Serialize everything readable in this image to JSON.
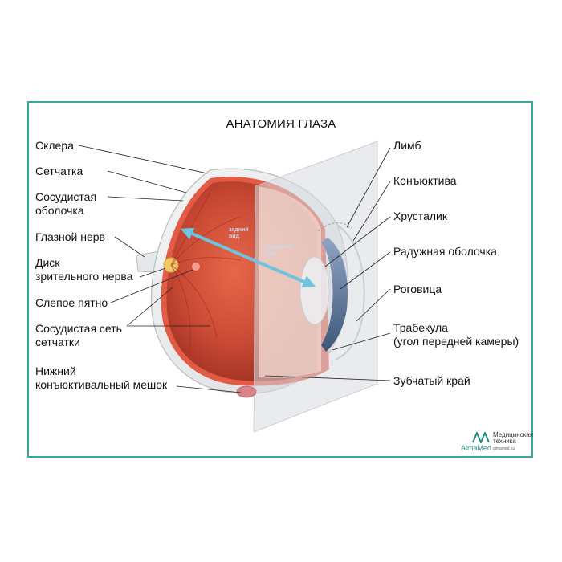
{
  "title": "АНАТОМИЯ ГЛАЗА",
  "labels_left": {
    "sclera": "Склера",
    "retina": "Сетчатка",
    "choroid": "Сосудистая\nоболочка",
    "optic_nerve": "Глазной нерв",
    "optic_disc": "Диск\nзрительного нерва",
    "blind_spot": "Слепое пятно",
    "retinal_vessels": "Сосудистая сеть\nсетчатки",
    "conjunctival_sac": "Нижний\nконъюктивальный мешок"
  },
  "labels_right": {
    "limbus": "Лимб",
    "conjunctiva": "Конъюктива",
    "lens": "Хрусталик",
    "iris": "Радужная оболочка",
    "cornea": "Роговица",
    "trabecula": "Трабекула\n(угол передней камеры)",
    "ora_serrata": "Зубчатый край"
  },
  "view_labels": {
    "rear": "задний\nвид",
    "front": "передний\nвид"
  },
  "logo": {
    "name": "AlmaMed",
    "line1": "Медицинская",
    "line2": "техника",
    "url": "almamed.su"
  },
  "colors": {
    "frame": "#3aa6a0",
    "fundus": "#c94a34",
    "arrow": "#6ec3df"
  }
}
